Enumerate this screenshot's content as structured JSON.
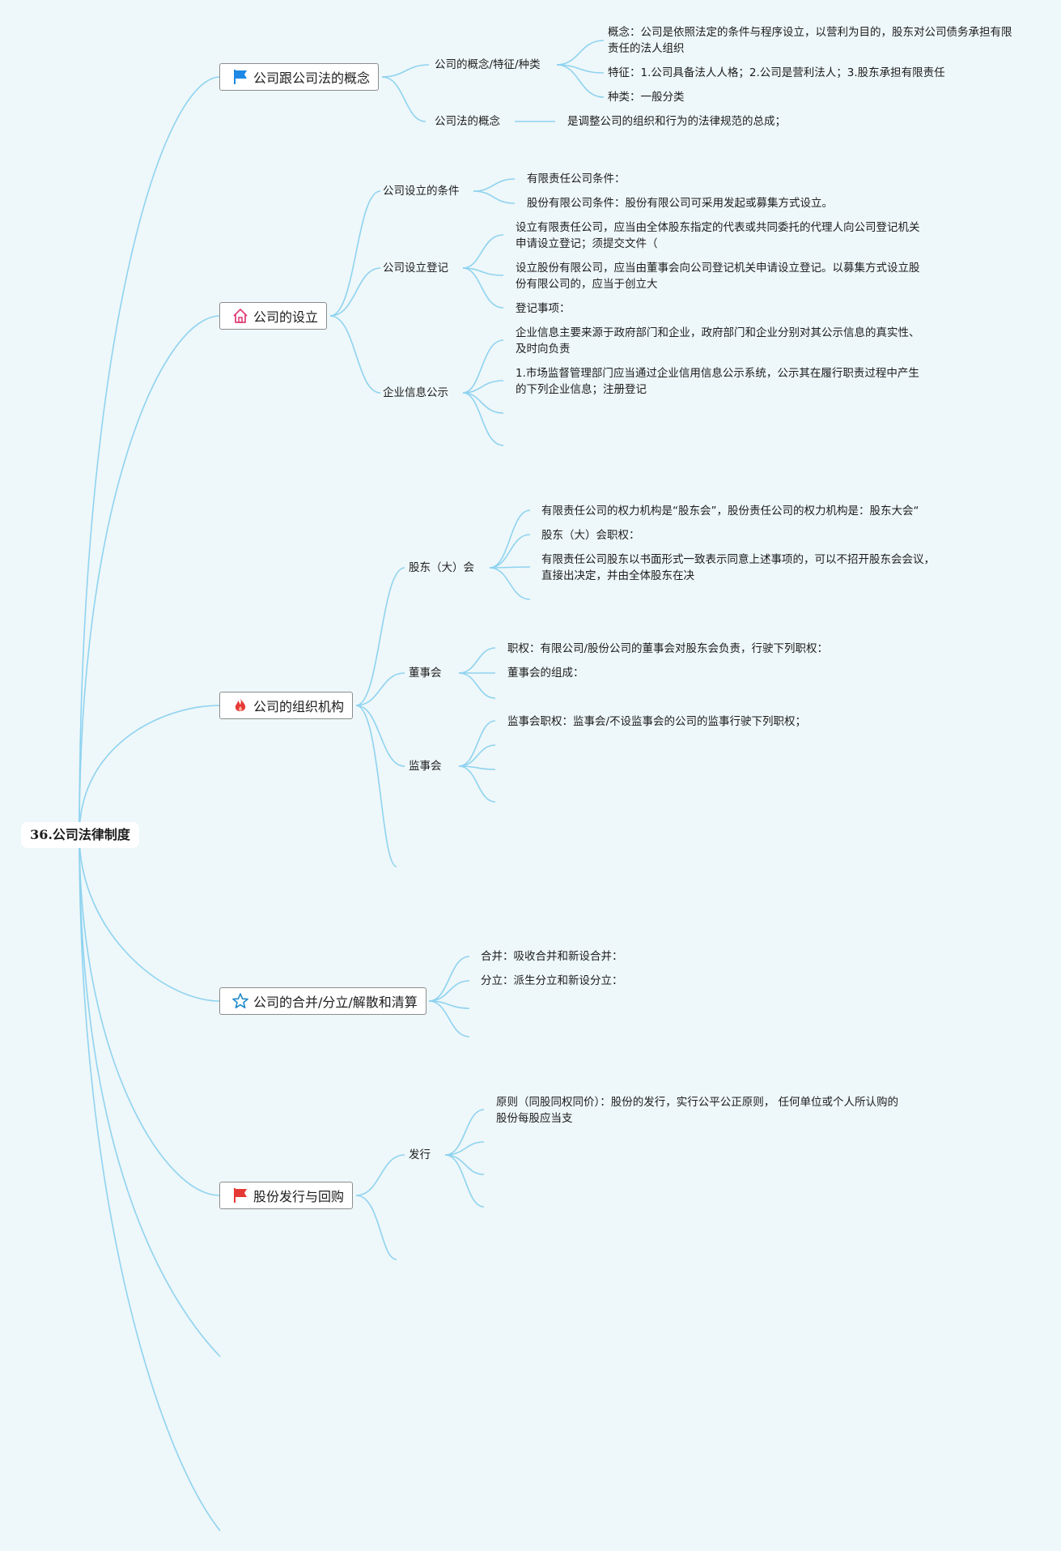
{
  "root": {
    "label": "36.公司法律制度"
  },
  "branches": [
    {
      "label": "公司跟公司法的概念",
      "icon": "blue-flag-icon",
      "children": [
        {
          "label": "公司的概念/特征/种类",
          "children": [
            "概念：公司是依照法定的条件与程序设立，以营利为目的，股东对公司债务承担有限责任的法人组织",
            "特征：1.公司具备法人人格；2.公司是营利法人；3.股东承担有限责任",
            "种类：一般分类"
          ]
        },
        {
          "label": "公司法的概念",
          "children": [
            "是调整公司的组织和行为的法律规范的总成；"
          ]
        }
      ]
    },
    {
      "label": "公司的设立",
      "icon": "house-icon",
      "children": [
        {
          "label": "公司设立的条件",
          "children": [
            "有限责任公司条件：",
            "股份有限公司条件：股份有限公司可采用发起或募集方式设立。"
          ]
        },
        {
          "label": "公司设立登记",
          "children": [
            "设立有限责任公司，应当由全体股东指定的代表或共同委托的代理人向公司登记机关申请设立登记；须提交文件（",
            "设立股份有限公司，应当由董事会向公司登记机关申请设立登记。以募集方式设立股份有限公司的，应当于创立大",
            "登记事项："
          ]
        },
        {
          "label": "企业信息公示",
          "children": [
            "企业信息主要来源于政府部门和企业，政府部门和企业分别对其公示信息的真实性、及时向负责",
            "1.市场监督管理部门应当通过企业信用信息公示系统，公示其在履行职责过程中产生的下列企业信息；注册登记"
          ]
        }
      ]
    },
    {
      "label": "公司的组织机构",
      "icon": "fire-icon",
      "children": [
        {
          "label": "股东（大）会",
          "children": [
            "有限责任公司的权力机构是“股东会”，股份责任公司的权力机构是：股东大会“",
            "股东（大）会职权：",
            "有限责任公司股东以书面形式一致表示同意上述事项的，可以不招开股东会会议，直接出决定，并由全体股东在决"
          ]
        },
        {
          "label": "董事会",
          "children": [
            "职权：有限公司/股份公司的董事会对股东会负责，行驶下列职权：",
            "董事会的组成："
          ]
        },
        {
          "label": "监事会",
          "children": [
            "监事会职权：监事会/不设监事会的公司的监事行驶下列职权；"
          ]
        }
      ]
    },
    {
      "label": "公司的合并/分立/解散和清算",
      "icon": "star-icon",
      "children": [
        "合并：吸收合并和新设合并：",
        "分立：派生分立和新设分立："
      ]
    },
    {
      "label": "股份发行与回购",
      "icon": "red-flag-icon",
      "children": [
        {
          "label": "发行",
          "children": [
            "原则（同股同权同价）：股份的发行，实行公平公正原则， 任何单位或个人所认购的股份每股应当支"
          ]
        }
      ]
    }
  ],
  "colors": {
    "link": "#8fd3f0",
    "background": "#eef7f9"
  }
}
